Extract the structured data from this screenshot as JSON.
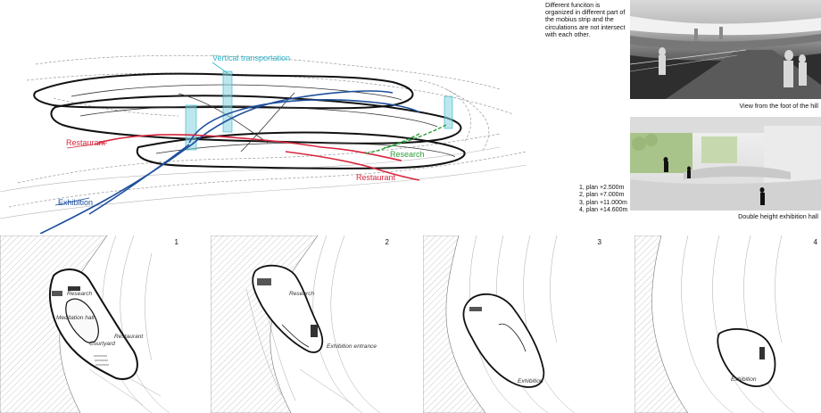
{
  "diagram": {
    "labels": {
      "vertical_transportation": "Vertical transportation",
      "restaurant_1": "Restaurant",
      "research": "Research",
      "restaurant_2": "Restaurant",
      "exhibition": "Exhibition"
    },
    "colors": {
      "vertical": "#2bb3c7",
      "restaurant": "#d7263d",
      "research": "#2e9e3a",
      "exhibition": "#1e4f9c"
    }
  },
  "description": "Different funciton is organized in different part of the mobius strip and the circulations are not intersect with each other.",
  "photos": {
    "photo1_caption": "View from the foot of the hill",
    "photo2_caption": "Double height exhibition hall"
  },
  "plans_legend": [
    "1, plan +2.500m",
    "2, plan +7.000m",
    "3, plan +11.000m",
    "4, plan +14.600m"
  ],
  "panels": [
    {
      "number": "1",
      "rooms": [
        "Research",
        "Meditation hall",
        "Restaurant",
        "Courtyard"
      ]
    },
    {
      "number": "2",
      "rooms": [
        "Research",
        "Exhibition entrance"
      ]
    },
    {
      "number": "3",
      "rooms": [
        "Exhibition"
      ]
    },
    {
      "number": "4",
      "rooms": [
        "Exhibition"
      ]
    }
  ]
}
